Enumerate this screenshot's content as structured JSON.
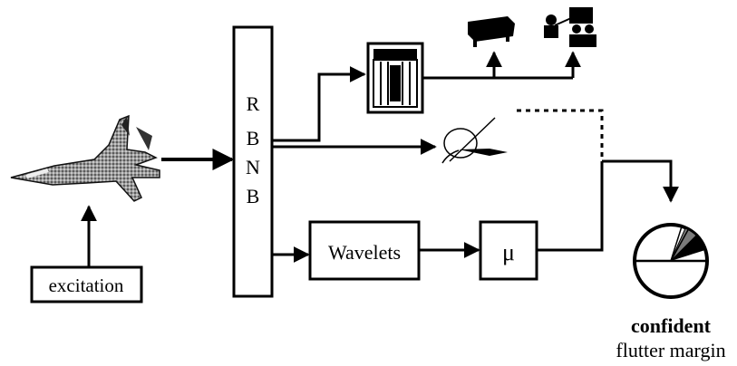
{
  "diagram": {
    "rbnb_letters": [
      "R",
      "B",
      "N",
      "B"
    ],
    "excitation_label": "excitation",
    "wavelets_label": "Wavelets",
    "mu_label": "μ",
    "output_label_bold": "confident",
    "output_label_regular": "flutter margin"
  },
  "icons": {
    "aircraft": "fighter-jet-icon",
    "server": "server-rack-icon",
    "terminal": "desk-terminal-icon",
    "presentation": "audience-presentation-icon",
    "control": "control-stick-icon",
    "gauge": "flutter-margin-gauge-icon"
  }
}
